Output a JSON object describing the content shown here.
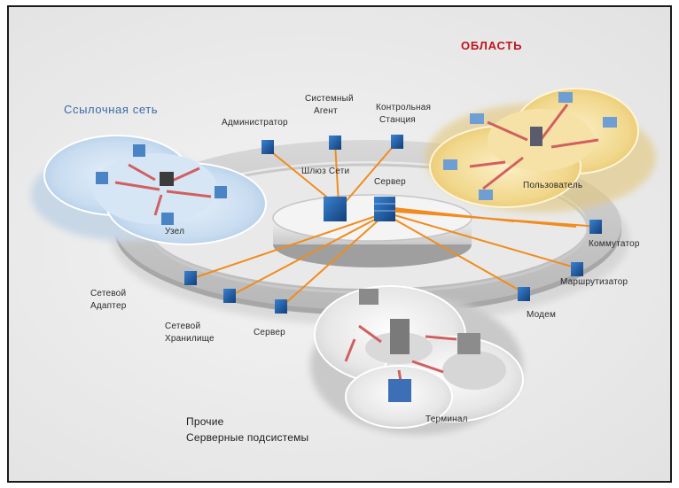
{
  "regions": {
    "left_cluster_title": "Ссылочная сеть",
    "right_cluster_title": "ОБЛАСТЬ"
  },
  "labels": {
    "top_left_node": "Администратор",
    "top_center_node": [
      "Системный",
      "Агент"
    ],
    "top_right_node": [
      "Контрольная",
      "Станция"
    ],
    "hub_left": "Шлюз Сети",
    "hub_right": "Сервер",
    "left_cloud_node": "Узел",
    "right_ring_1": "Коммутатор",
    "right_ring_2": "Маршрутизатор",
    "right_ring_3": "Модем",
    "bottom_right_ring": "Пользователь",
    "bottom_left_1": [
      "Сетевой",
      "Адаптер"
    ],
    "bottom_left_2": [
      "Сетевой",
      "Хранилище"
    ],
    "bottom_left_3": "Сервер",
    "orbit_right": "Терминал",
    "bottom_cluster_caption": [
      "Прочие",
      "Серверные подсистемы"
    ]
  },
  "colors": {
    "link": "#f08c1e",
    "device": "#1f5fa8",
    "blue_cloud": "#cfe0f0",
    "yellow_cloud": "#f3d98a",
    "ring": "#b9b9b9"
  }
}
